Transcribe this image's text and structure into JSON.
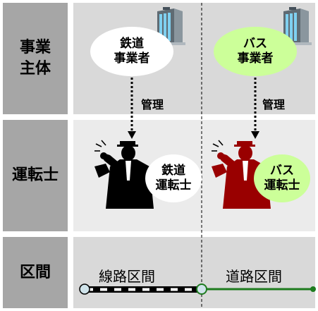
{
  "rows": {
    "entity_label": "事業\n主体",
    "driver_label": "運転士",
    "section_label": "区間"
  },
  "rail": {
    "operator": "鉄道\n事業者",
    "manage": "管理",
    "driver": "鉄道\n運転士",
    "section": "線路区間"
  },
  "bus": {
    "operator": "バス\n事業者",
    "manage": "管理",
    "driver": "バス\n運転士",
    "section": "道路区間"
  },
  "colors": {
    "header_gray": "#a6a6a6",
    "panel_gray": "#d9d9d9",
    "rail_oval": "#ffffff",
    "bus_oval": "#ccff99",
    "rail_driver": "#000000",
    "bus_driver": "#990000",
    "road_line": "#1e7b1e",
    "start_node": "#cfe3ea"
  }
}
